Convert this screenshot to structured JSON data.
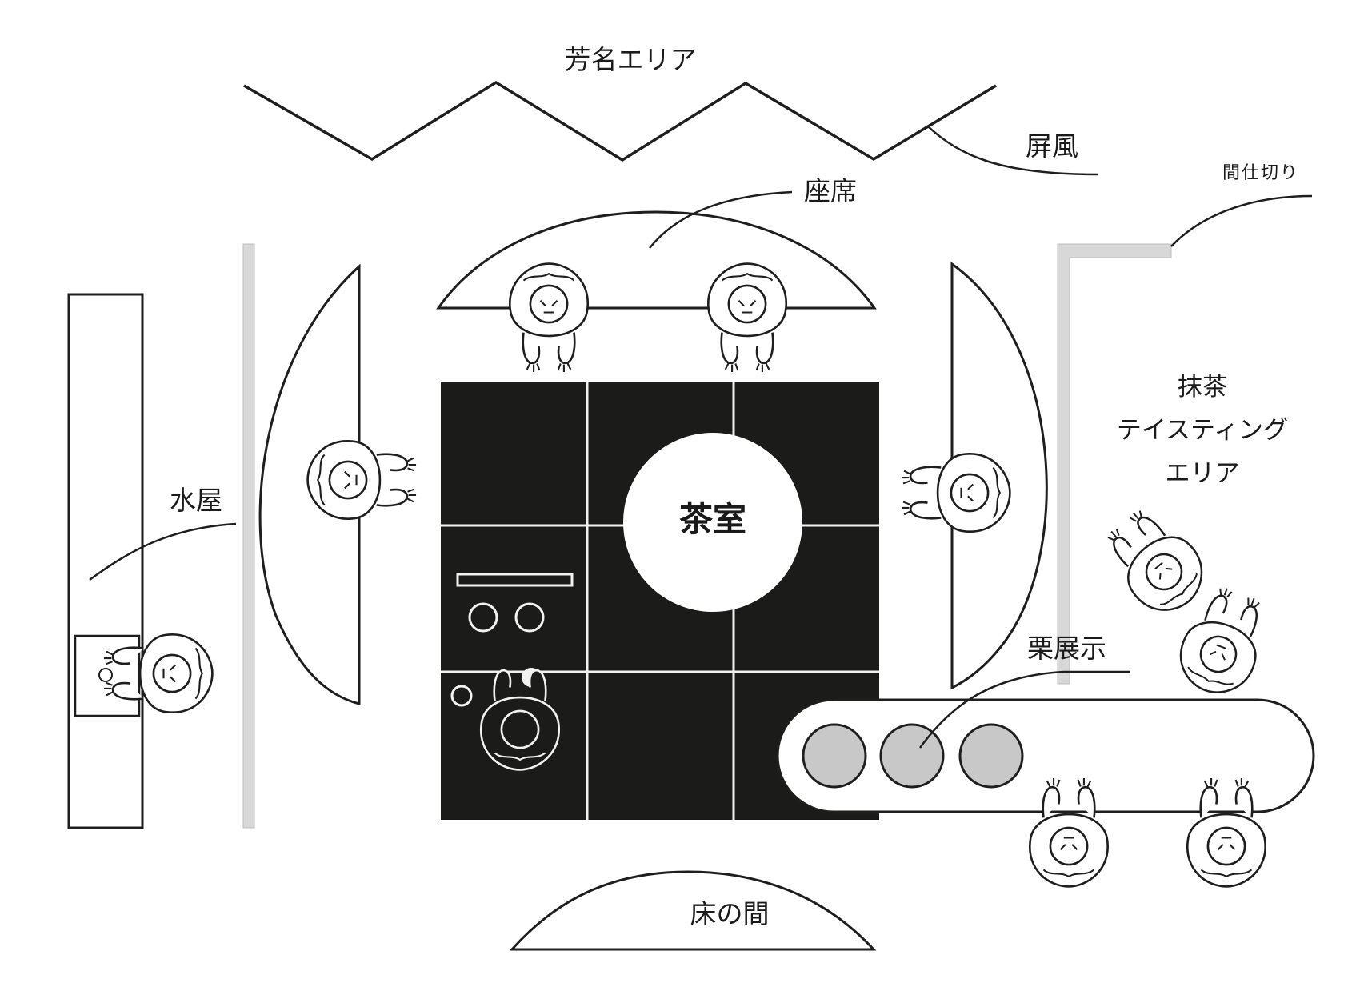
{
  "labels": {
    "homei_area": "芳名エリア",
    "byobu": "屏風",
    "seating": "座席",
    "partition": "間仕切り",
    "mizuya": "水屋",
    "matcha_line1": "抹茶",
    "matcha_line2": "テイスティング",
    "matcha_line3": "エリア",
    "chashitsu": "茶室",
    "kuri_tenji": "栗展示",
    "tokonoma": "床の間"
  },
  "colors": {
    "ink": "#1e1e1e",
    "tatami": "#1b1c1a",
    "grid": "#f2f2f2",
    "partition": "#d8d8d8",
    "chestnut": "#c8c8c8",
    "background": "#ffffff"
  }
}
